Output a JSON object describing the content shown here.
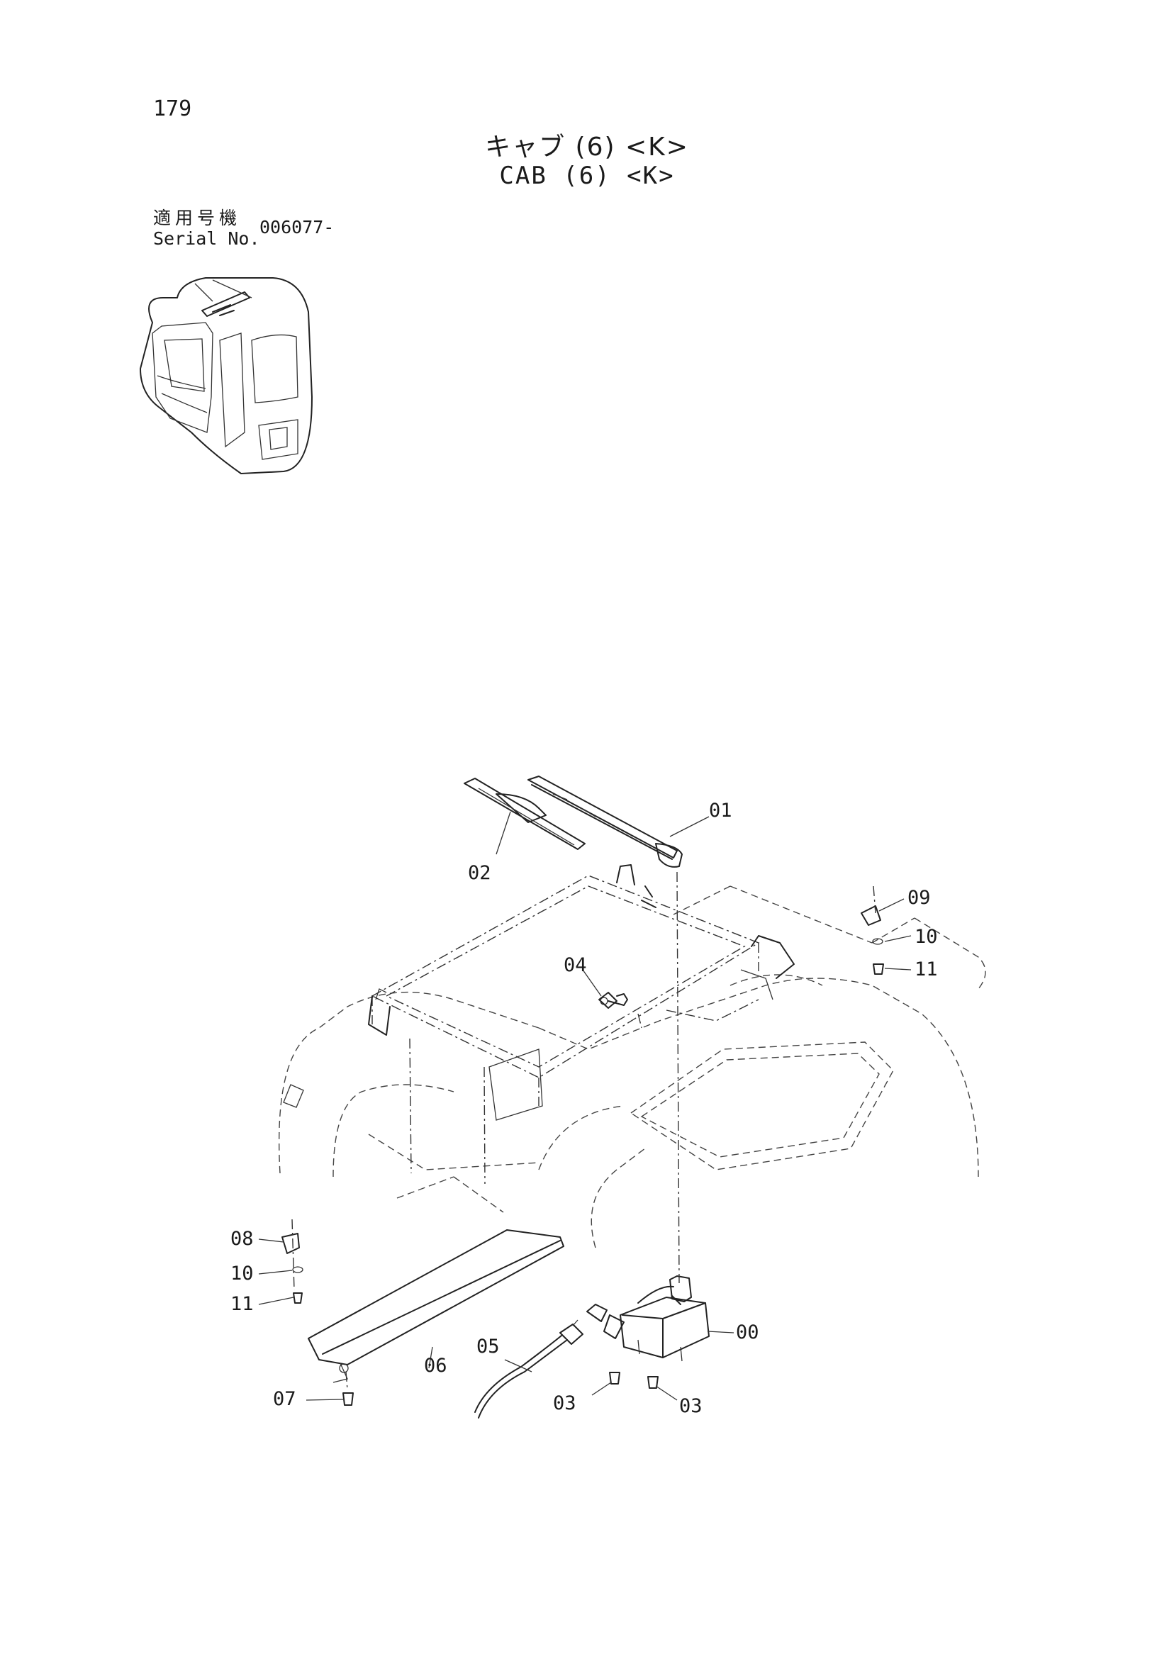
{
  "page_number": "179",
  "title_jp": "キャブ (6) <K>",
  "title_en": "CAB (6) <K>",
  "serial": {
    "label_jp": "適用号機",
    "label_en": "Serial No.",
    "value": "006077-"
  },
  "callouts": [
    "00",
    "01",
    "02",
    "03",
    "03",
    "04",
    "05",
    "06",
    "07",
    "08",
    "09",
    "10",
    "10",
    "11",
    "11"
  ],
  "colors": {
    "ink": "#1a1a1a",
    "paper": "#ffffff"
  }
}
